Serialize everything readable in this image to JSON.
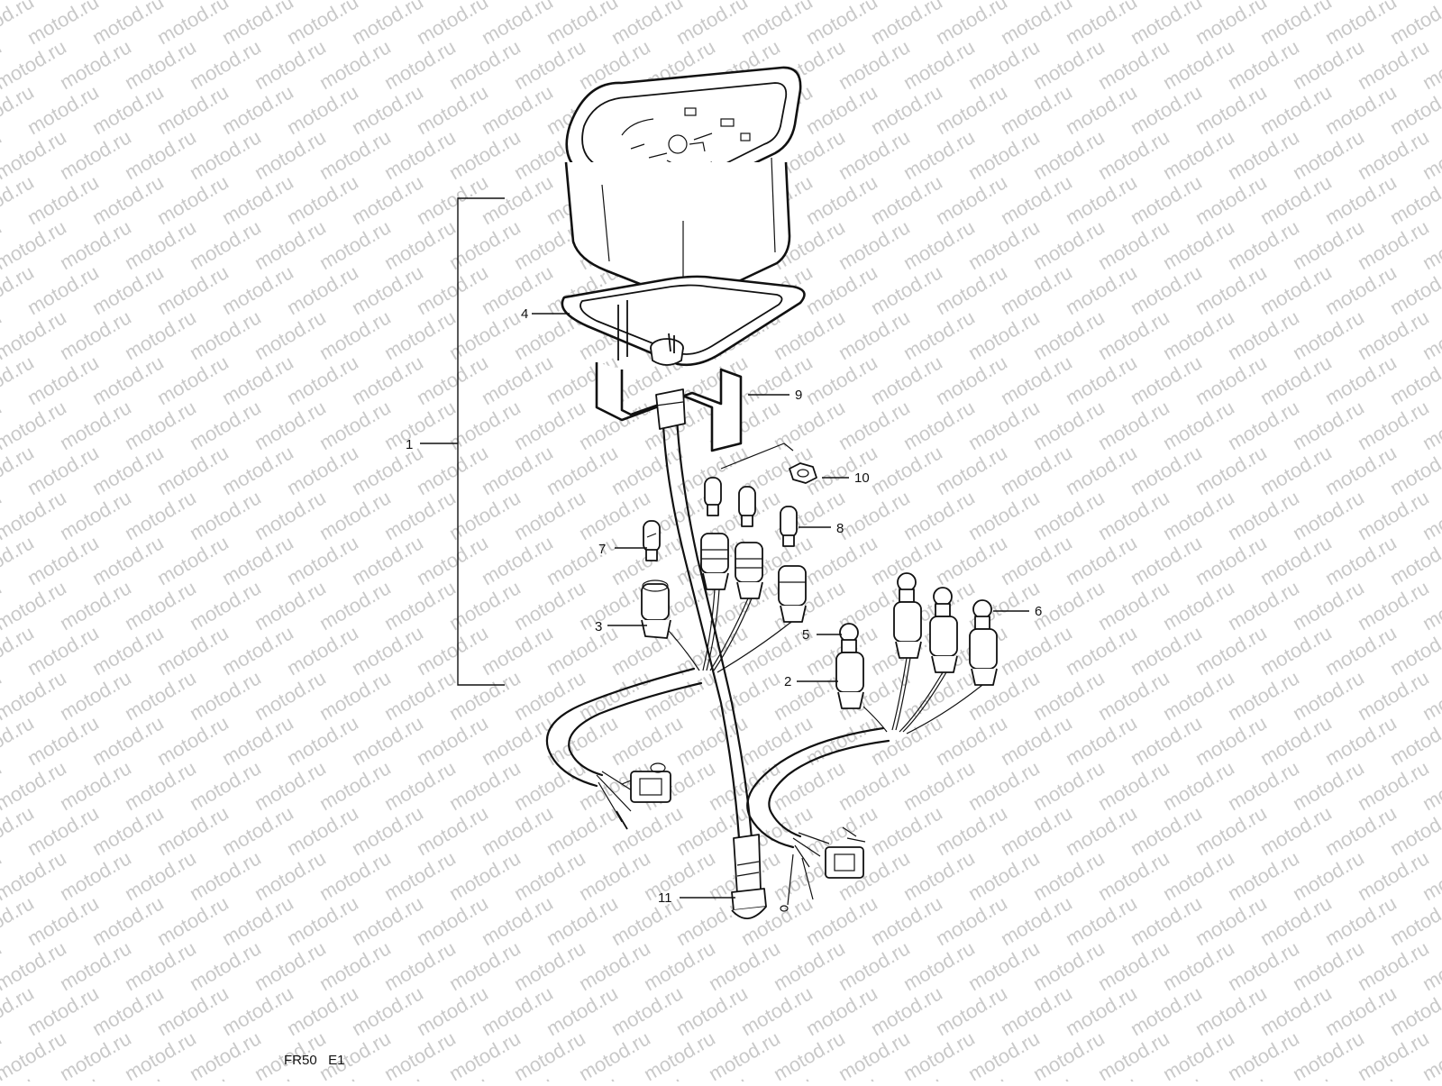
{
  "watermark": "motod.ru",
  "caption": "FR50   E1",
  "callouts": [
    {
      "id": "callout-1",
      "text": "1"
    },
    {
      "id": "callout-2",
      "text": "2"
    },
    {
      "id": "callout-3",
      "text": "3"
    },
    {
      "id": "callout-4",
      "text": "4"
    },
    {
      "id": "callout-5",
      "text": "5"
    },
    {
      "id": "callout-6",
      "text": "6"
    },
    {
      "id": "callout-7",
      "text": "7"
    },
    {
      "id": "callout-8",
      "text": "8"
    },
    {
      "id": "callout-9",
      "text": "9"
    },
    {
      "id": "callout-10",
      "text": "10"
    },
    {
      "id": "callout-11",
      "text": "11"
    }
  ]
}
